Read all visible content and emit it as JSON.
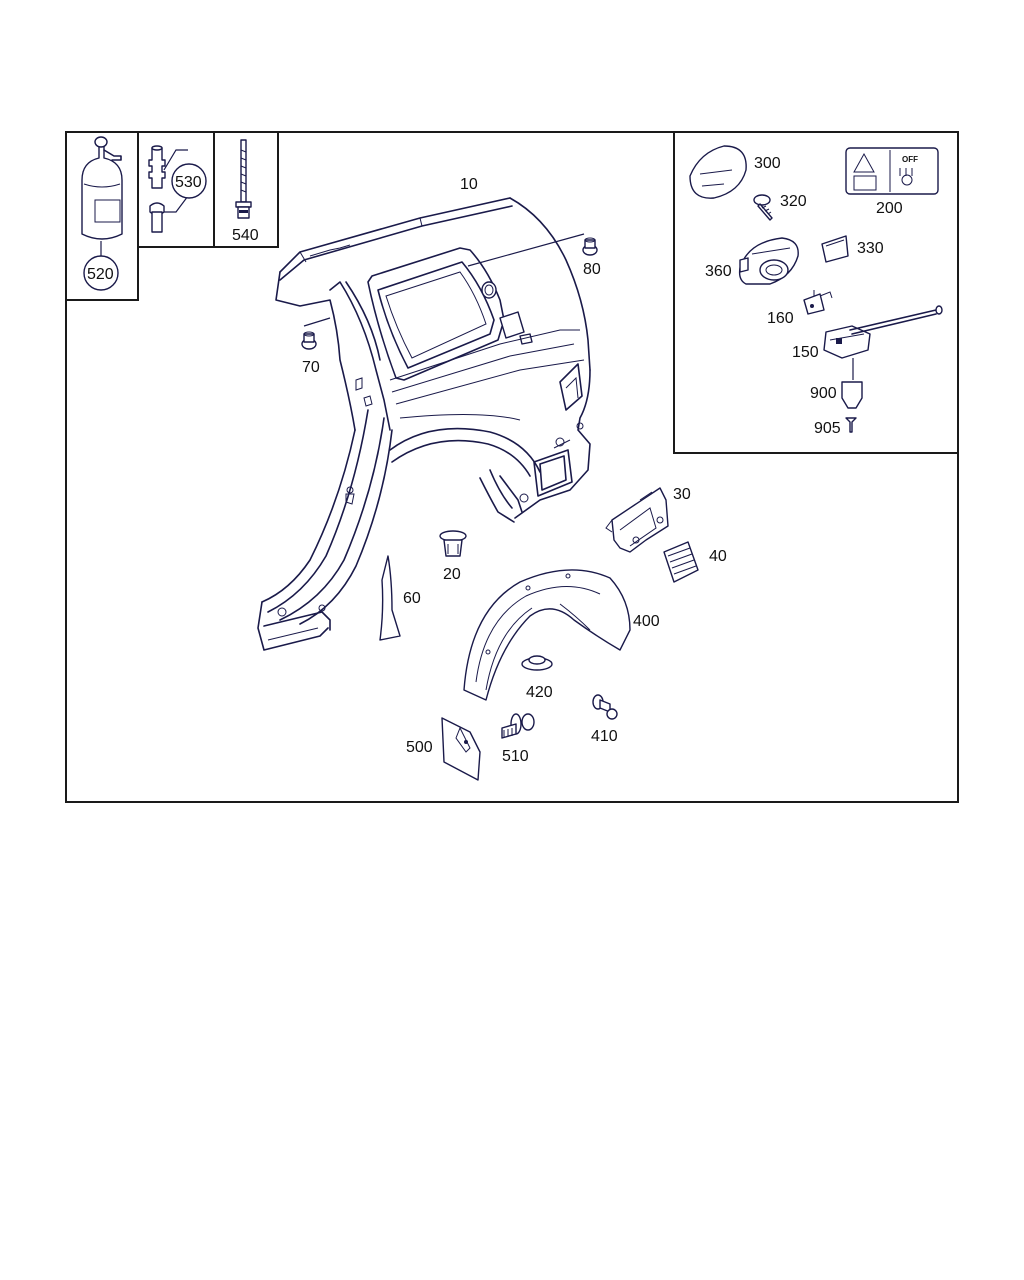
{
  "diagram": {
    "part_labels": {
      "p10": "10",
      "p20": "20",
      "p30": "30",
      "p40": "40",
      "p60": "60",
      "p70": "70",
      "p80": "80",
      "p150": "150",
      "p160": "160",
      "p200": "200",
      "p300": "300",
      "p320": "320",
      "p330": "330",
      "p360": "360",
      "p400": "400",
      "p410": "410",
      "p420": "420",
      "p500": "500",
      "p510": "510",
      "p520": "520",
      "p530": "530",
      "p540": "540",
      "p900": "900",
      "p905": "905"
    },
    "decal_text": {
      "off": "OFF"
    }
  }
}
